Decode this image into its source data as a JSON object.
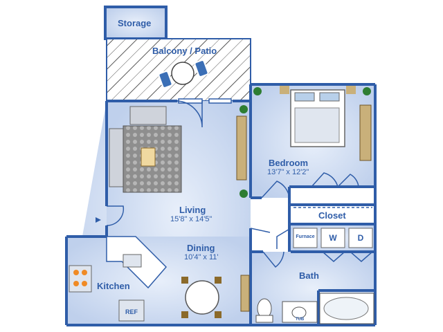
{
  "rooms": {
    "storage": "Storage",
    "balcony": "Balcony / Patio",
    "living": "Living",
    "living_dim": "15'8\" x 14'5\"",
    "dining": "Dining",
    "dining_dim": "10'4\" x 11'",
    "kitchen": "Kitchen",
    "bedroom": "Bedroom",
    "bedroom_dim": "13'7\" x 12'2\"",
    "closet": "Closet",
    "bath": "Bath"
  },
  "appliances": {
    "furnace": "Furnace",
    "washer": "W",
    "dryer": "D",
    "fridge": "REF",
    "tub": "TUB"
  },
  "colors": {
    "wall": "#2f5da8",
    "floor": "#c9d8ef",
    "floor_light": "#e4ecf8",
    "label": "#2f5da8"
  }
}
